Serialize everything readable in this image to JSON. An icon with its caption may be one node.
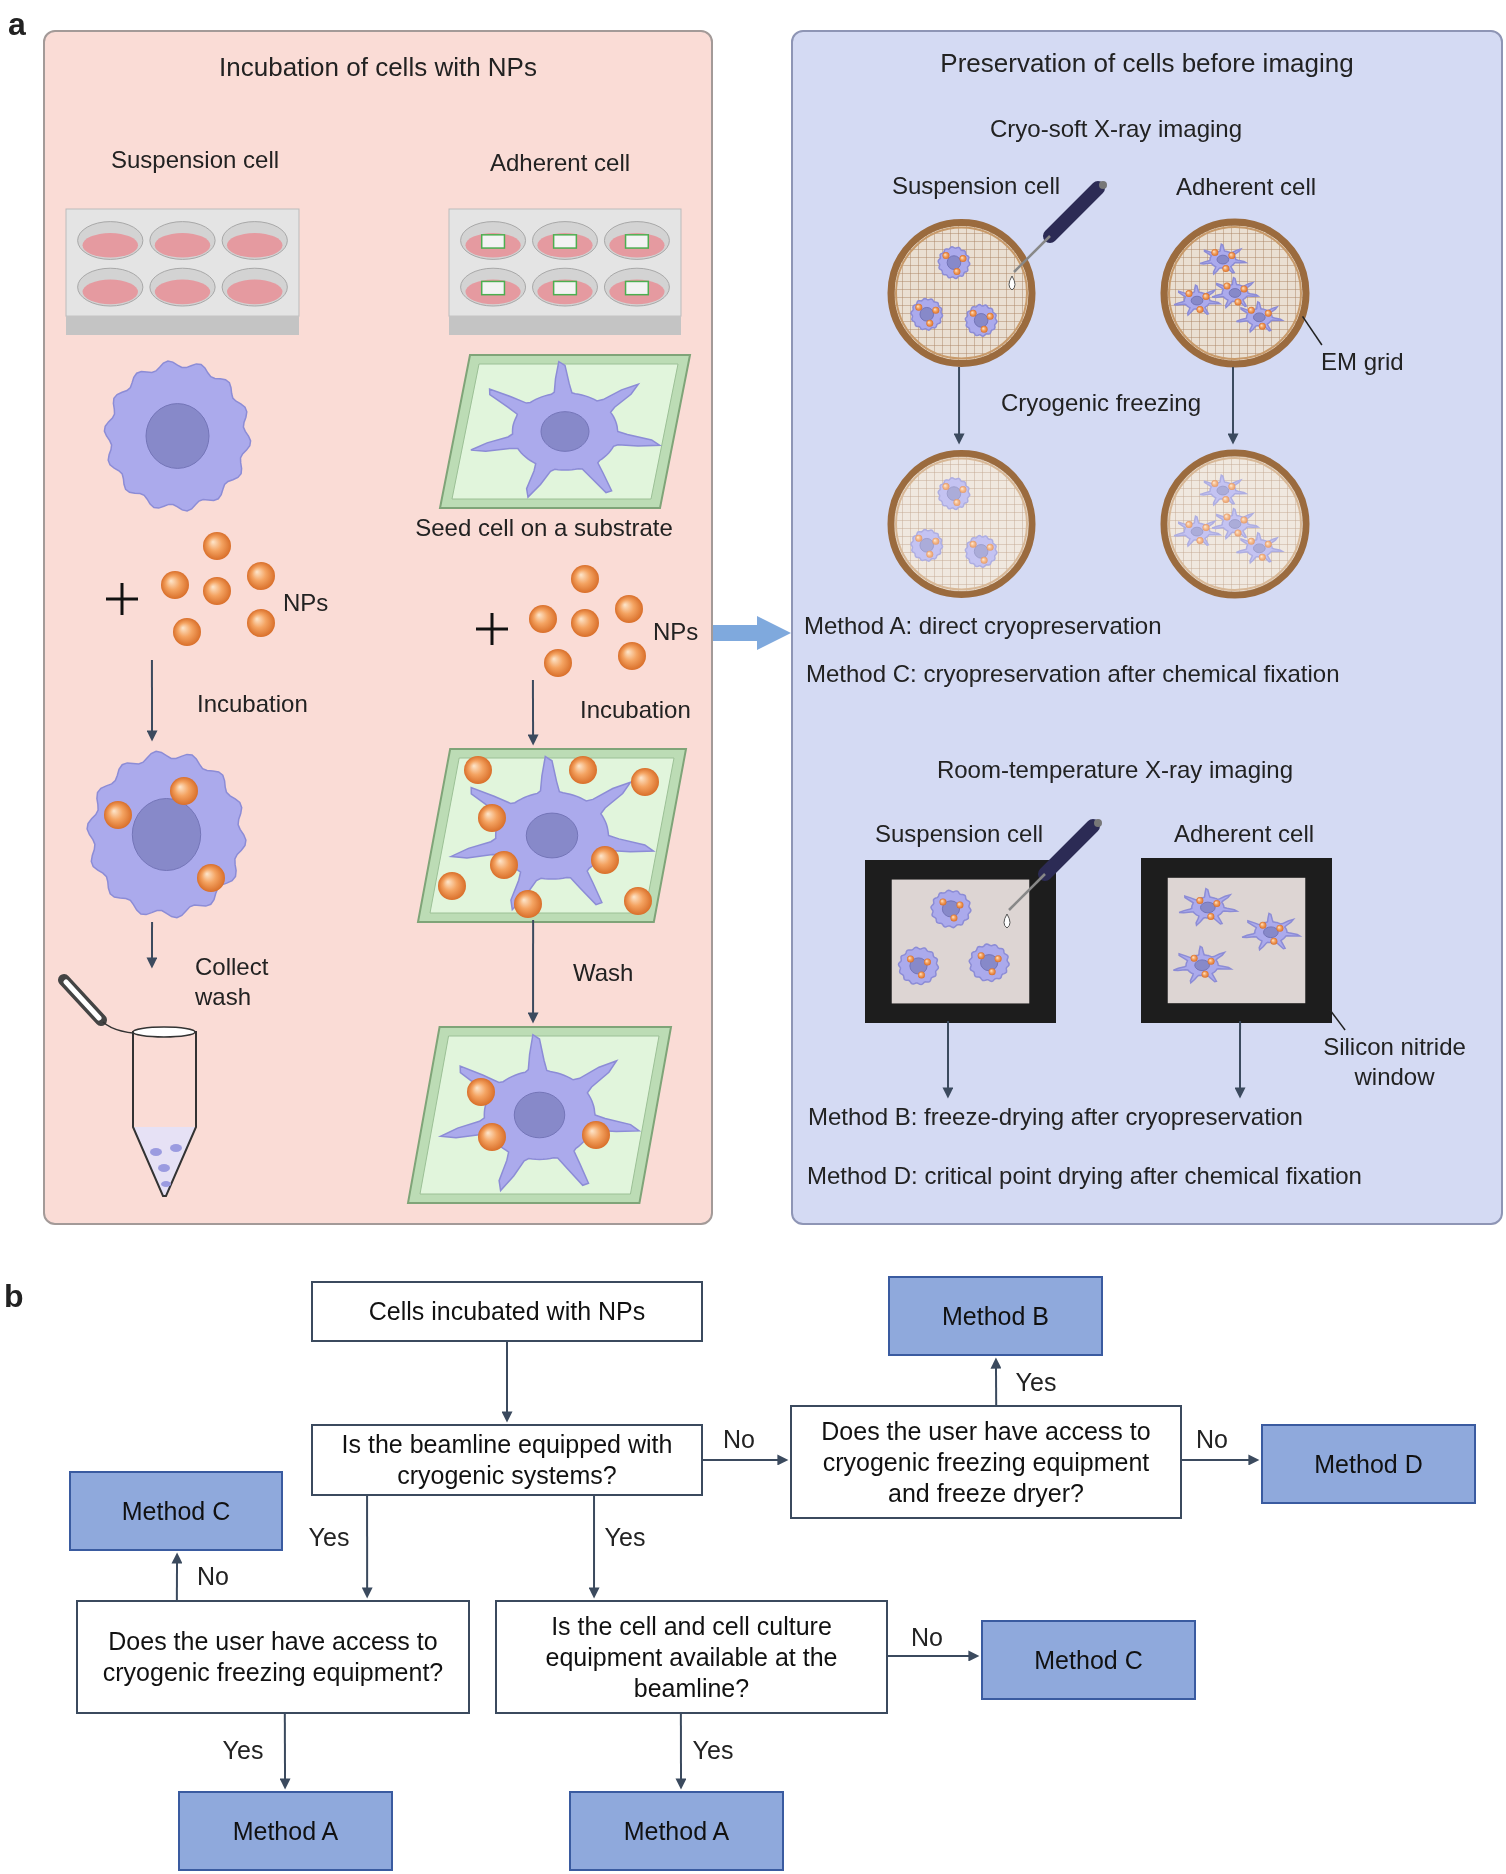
{
  "diagram": {
    "nodes": [
      {
        "text": [
          "Incubation of cells with NPs"
        ]
      },
      {
        "text": [
          "NPs"
        ],
        "in": 0
      },
      {
        "text": [],
        "shape": "picture",
        "in": 0
      },
      {
        "text": [],
        "shape": "picture",
        "in": 0
      },
      {
        "text": [
          "NPs"
        ],
        "in": 0
      },
      {
        "text": [],
        "shape": "picture",
        "in": 0
      },
      {
        "text": [],
        "shape": "picture",
        "in": 0
      },
      {
        "text": [
          "Preservation of cells before imaging"
        ]
      },
      {
        "text": [],
        "shape": "picture",
        "in": 7,
        "beside": [
          "Suspension cell"
        ]
      },
      {
        "text": [],
        "shape": "picture",
        "in": 7,
        "beside": [
          "Adherent cell"
        ]
      },
      {
        "text": [
          "EM grid"
        ],
        "in": 7
      },
      {
        "text": [],
        "shape": "picture",
        "in": 7
      },
      {
        "text": [],
        "shape": "picture",
        "in": 7
      },
      {
        "text": [],
        "shape": "picture",
        "in": 7,
        "beside": [
          "Suspension cell"
        ]
      },
      {
        "text": [],
        "shape": "picture",
        "in": 7,
        "beside": [
          "Adherent cell"
        ]
      },
      {
        "text": [
          "Silicon nitride window"
        ],
        "in": 7
      },
      {
        "text": [
          "Method B: freeze-drying after cryopreservation"
        ],
        "in": 7
      },
      {
        "text": [
          "Cells incubated with NPs"
        ]
      },
      {
        "text": [
          "Is the beamline equipped with cryogenic systems?"
        ]
      },
      {
        "text": [
          "Method B"
        ]
      },
      {
        "text": [
          "Does the user have access to cryogenic freezing equipment and freeze dryer?"
        ]
      },
      {
        "text": [
          "Method D"
        ]
      },
      {
        "text": [
          "Method C"
        ]
      },
      {
        "text": [
          "Does the user have access to cryogenic freezing equipment?"
        ]
      },
      {
        "text": [
          "Is the cell and cell culture equipment available at the beamline?"
        ]
      },
      {
        "text": [
          "Method C"
        ]
      },
      {
        "text": [
          "Method A"
        ]
      },
      {
        "text": [
          "Method A"
        ]
      }
    ],
    "edges": [
      {
        "from": 0,
        "to": 7,
        "arrow": "to",
        "style": "thick",
        "color": "#7fa9dd"
      },
      {
        "from": 1,
        "to": 2,
        "arrow": "to",
        "label": "Incubation"
      },
      {
        "from": 2,
        "to": 3,
        "arrow": "to",
        "label": "Collect wash"
      },
      {
        "from": 4,
        "to": 5,
        "arrow": "to",
        "label": "Incubation"
      },
      {
        "from": 5,
        "to": 6,
        "arrow": "to",
        "label": "Wash"
      },
      {
        "from": 8,
        "to": 11,
        "arrow": "to"
      },
      {
        "from": 9,
        "to": 12,
        "arrow": "to"
      },
      {
        "from": 13,
        "to": 16,
        "arrow": "to"
      },
      {
        "from": 14,
        "to": 16,
        "arrow": "to"
      },
      {
        "from": 10,
        "to": 9,
        "arrow": "none"
      },
      {
        "from": 15,
        "to": 14,
        "arrow": "none"
      },
      {
        "from": 17,
        "to": 18,
        "arrow": "to"
      },
      {
        "from": 18,
        "to": 20,
        "arrow": "to",
        "label": "No"
      },
      {
        "from": 20,
        "to": 19,
        "arrow": "to",
        "label": "Yes"
      },
      {
        "from": 20,
        "to": 21,
        "arrow": "to",
        "label": "No"
      },
      {
        "from": 18,
        "to": 23,
        "arrow": "to",
        "label": "Yes"
      },
      {
        "from": 18,
        "to": 24,
        "arrow": "to",
        "label": "Yes"
      },
      {
        "from": 23,
        "to": 22,
        "arrow": "to",
        "label": "No"
      },
      {
        "from": 23,
        "to": 26,
        "arrow": "to",
        "label": "Yes"
      },
      {
        "from": 24,
        "to": 25,
        "arrow": "to",
        "label": "No"
      },
      {
        "from": 24,
        "to": 27,
        "arrow": "to",
        "label": "Yes"
      }
    ],
    "labels": [
      "a",
      "Suspension cell",
      "Adherent cell",
      "Seed cell on a substrate",
      "Cryo-soft X-ray imaging",
      "Cryogenic freezing",
      "Method A: direct cryopreservation",
      "Method C: cryopreservation after chemical fixation",
      "Room-temperature X-ray imaging",
      "Method D: critical point drying after chemical fixation",
      "b"
    ]
  }
}
